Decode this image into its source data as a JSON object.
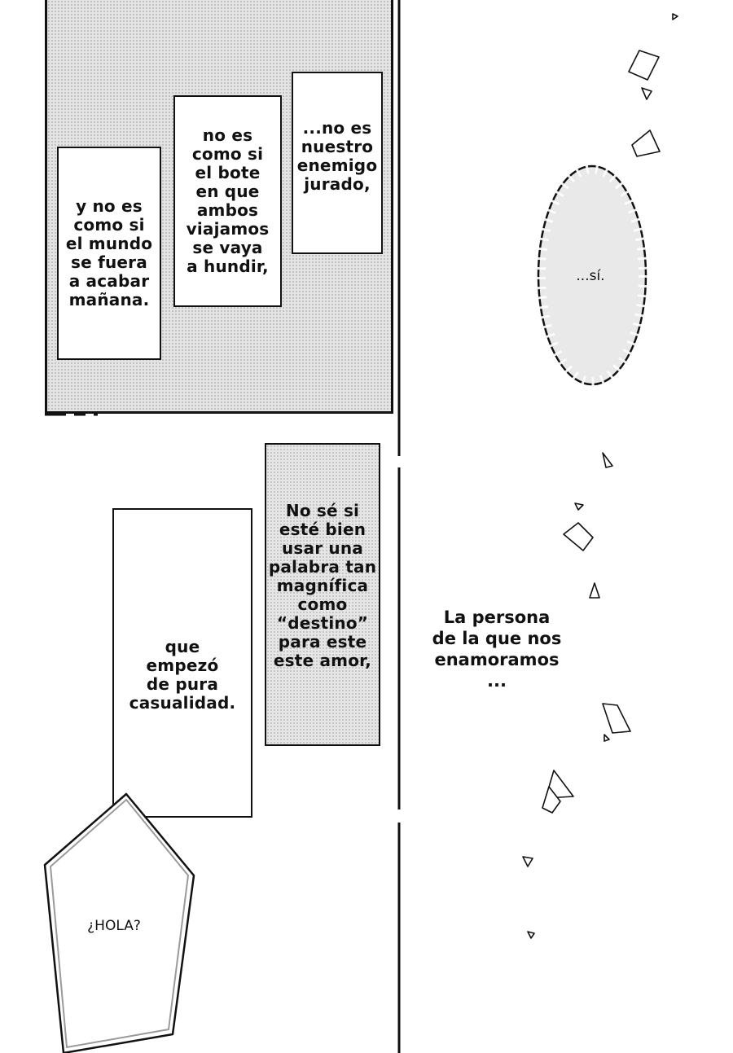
{
  "captions": {
    "cap1": "y no es\ncomo si\nel mundo\nse fuera\na acabar\nmañana.",
    "cap2": "no es\ncomo si\nel bote\nen que\nambos\nviajamos\nse vaya\na hundir,",
    "cap3": "...no es\nnuestro\nenemigo\njurado,",
    "cap4": "No sé si\nesté bien\nusar una\npalabra tan\nmagnífica\ncomo\n“destino”\npara este\neste amor,",
    "cap5": "que\nempezó\nde pura\ncasualidad.",
    "narration": "La persona\nde la que nos\nenamoramos\n...",
    "bubble_oval": "...sí.",
    "bubble_hex": "¿HOLA?"
  },
  "colors": {
    "ink": "#111111",
    "paper": "#ffffff",
    "screentone": "#e4e4e4"
  }
}
